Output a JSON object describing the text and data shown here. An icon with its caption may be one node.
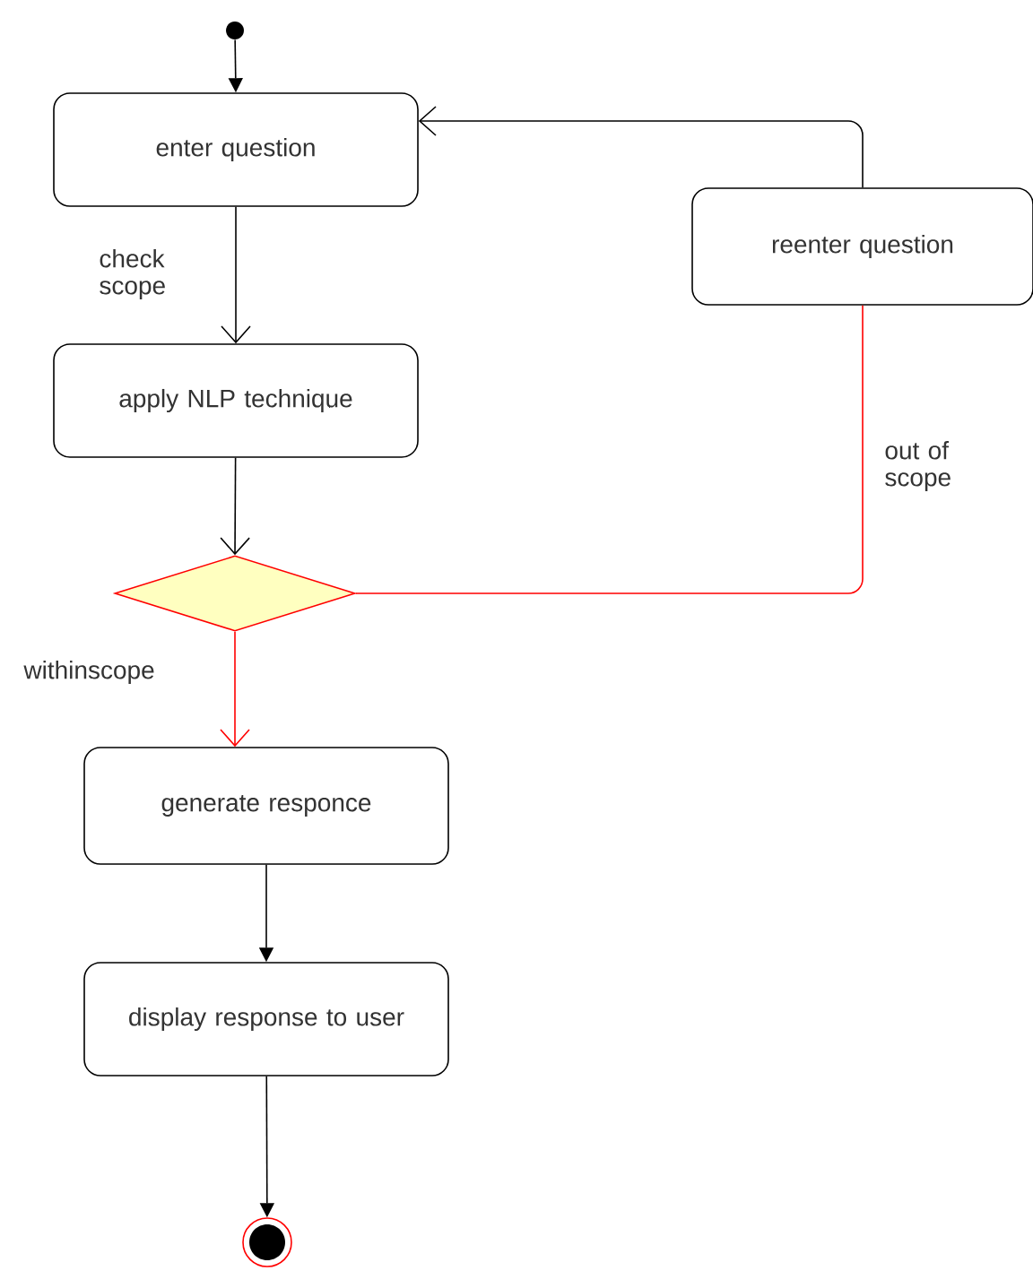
{
  "diagram": {
    "nodes": [
      {
        "text": [],
        "shape": "circle"
      },
      {
        "text": [
          "enter question"
        ]
      },
      {
        "text": [
          "reenter question"
        ]
      },
      {
        "text": [
          "apply NLP technique"
        ]
      },
      {
        "text": [],
        "shape": "diamond"
      },
      {
        "text": [
          "generate responce"
        ]
      },
      {
        "text": [
          "display response to user"
        ]
      },
      {
        "text": [],
        "shape": "circle"
      }
    ],
    "edges": [
      {
        "from": 0,
        "to": 1,
        "arrow": "to"
      },
      {
        "from": 1,
        "to": 3,
        "arrow": "to",
        "label": "check scope"
      },
      {
        "from": 3,
        "to": 4,
        "arrow": "to"
      },
      {
        "from": 4,
        "to": 2,
        "arrow": "none",
        "label": "out of scope",
        "color": "#ff0000"
      },
      {
        "from": 2,
        "to": 1,
        "arrow": "to"
      },
      {
        "from": 4,
        "to": 5,
        "arrow": "to",
        "label": "withinscope",
        "color": "#ff0000"
      },
      {
        "from": 5,
        "to": 6,
        "arrow": "to"
      },
      {
        "from": 6,
        "to": 7,
        "arrow": "to"
      }
    ]
  }
}
